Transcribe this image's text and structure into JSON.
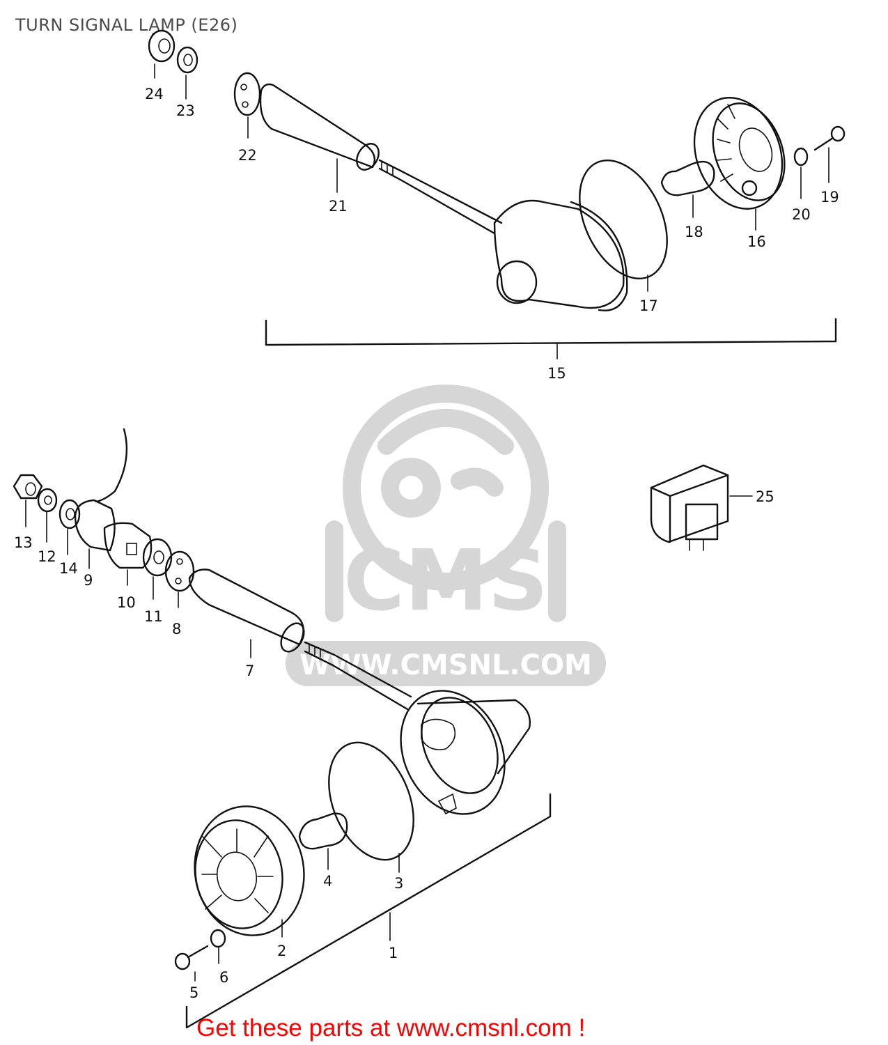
{
  "title": "TURN SIGNAL LAMP (E26)",
  "footer": {
    "text": "Get these parts at www.cmsnl.com !",
    "color": "#ff0000"
  },
  "watermark": {
    "brand": "CMS",
    "url": "WWW.CMSNL.COM",
    "color": "#d6d6d6"
  },
  "part_labels": [
    "1",
    "2",
    "3",
    "4",
    "5",
    "6",
    "7",
    "8",
    "9",
    "10",
    "11",
    "12",
    "13",
    "14",
    "15",
    "16",
    "17",
    "18",
    "19",
    "20",
    "21",
    "22",
    "23",
    "24",
    "25"
  ]
}
